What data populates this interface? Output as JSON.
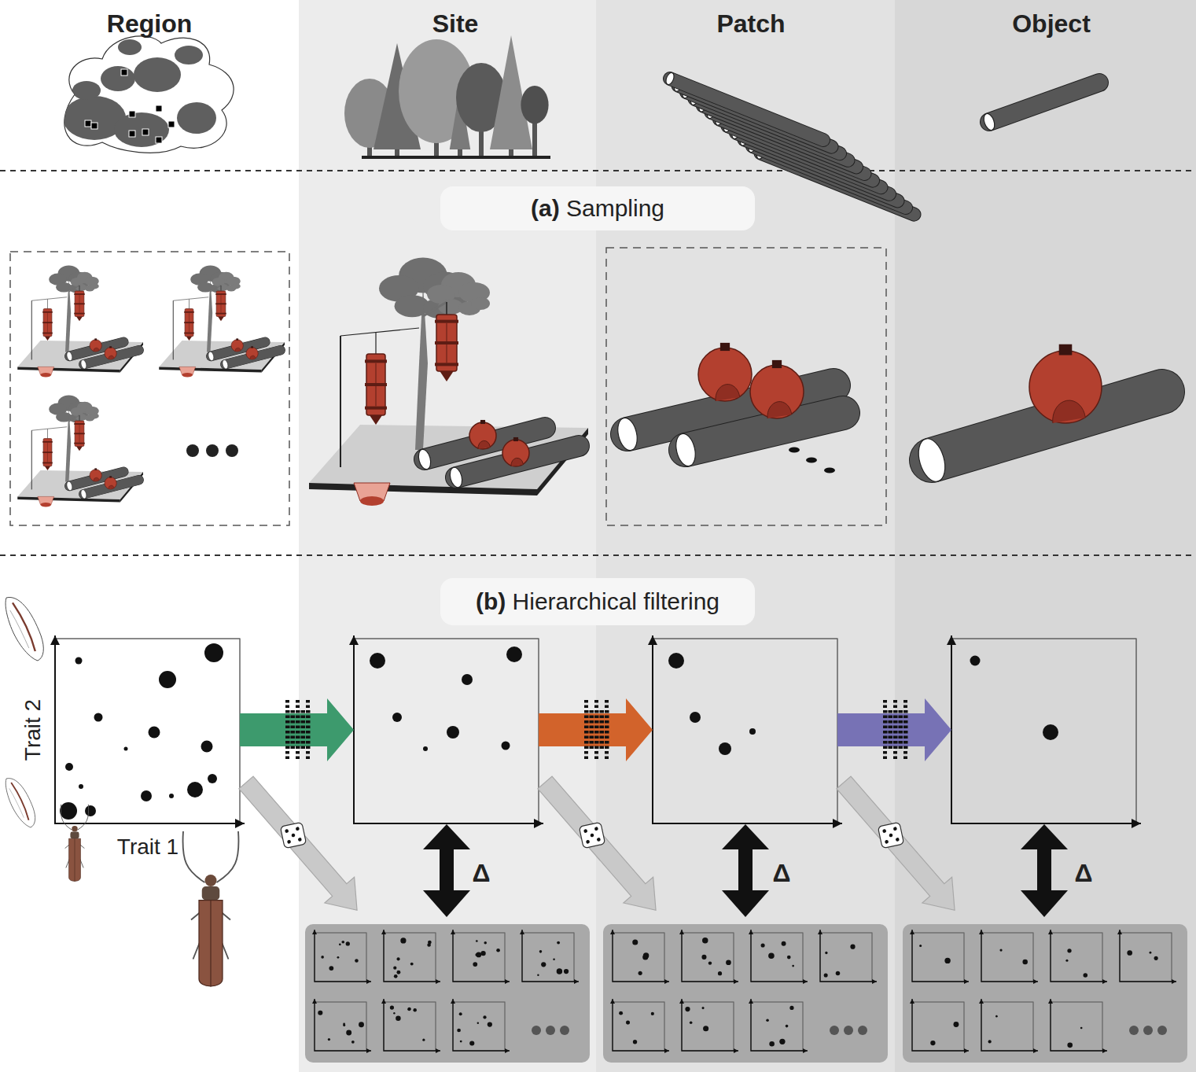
{
  "diagram": {
    "nodes": [
      {
        "text": [
          "(a) Sampling"
        ]
      },
      {
        "text": [
          "(b) Hierarchical filtering"
        ]
      }
    ],
    "labels": [
      "Region",
      "Site",
      "Patch",
      "Object",
      "Trait 2",
      "Trait 1",
      "Δ",
      "Δ",
      "Δ"
    ]
  }
}
